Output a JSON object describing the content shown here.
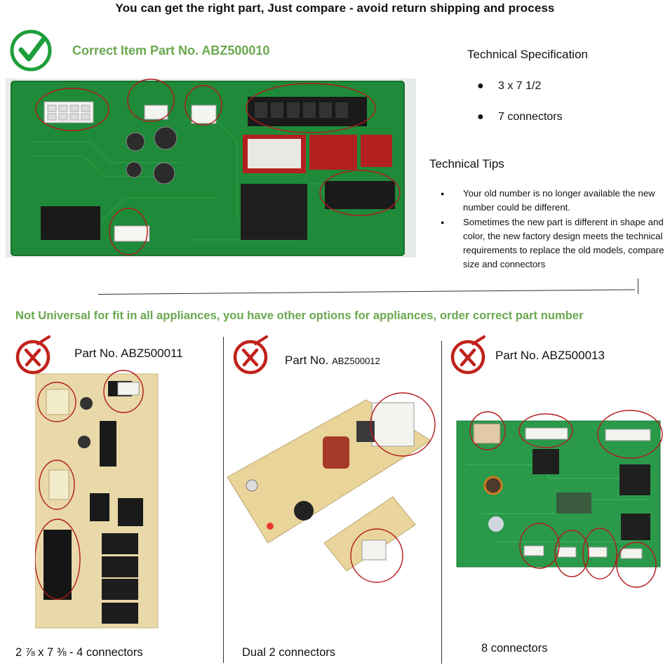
{
  "headline": "You can get the right part, Just compare - avoid return shipping and process",
  "correct": {
    "title": "Correct Item Part No. ABZ500010",
    "icon": "check-circle-icon",
    "color": "#6aa84f"
  },
  "spec": {
    "title": "Technical Specification",
    "items": [
      "3 x 7 1/2",
      "7 connectors"
    ]
  },
  "tips": {
    "title": "Technical Tips",
    "items": [
      "Your old number is no longer available the new number could be different.",
      "Sometimes the new part is different in shape and color, the new factory design meets the technical requirements to replace the old models, compare size and connectors"
    ]
  },
  "not_universal": "Not Universal for fit in all appliances,  you have other options for appliances, order correct part number",
  "alternatives": [
    {
      "label_prefix": "Part No. ",
      "label_number": "ABZ500011",
      "footer": "2 ⅞  x 7 ⅜ - 4 connectors",
      "icon": "x-circle-icon"
    },
    {
      "label_prefix": "Part No. ",
      "label_number": "ABZ500012",
      "footer": "Dual 2 connectors",
      "icon": "x-circle-icon"
    },
    {
      "label_prefix": "Part No. ",
      "label_number": "ABZ500013",
      "footer": "8 connectors",
      "icon": "x-circle-icon"
    }
  ],
  "colors": {
    "green_text": "#6aa84f",
    "red_mark": "#c0221b",
    "board_green": "#1f8a3a"
  }
}
